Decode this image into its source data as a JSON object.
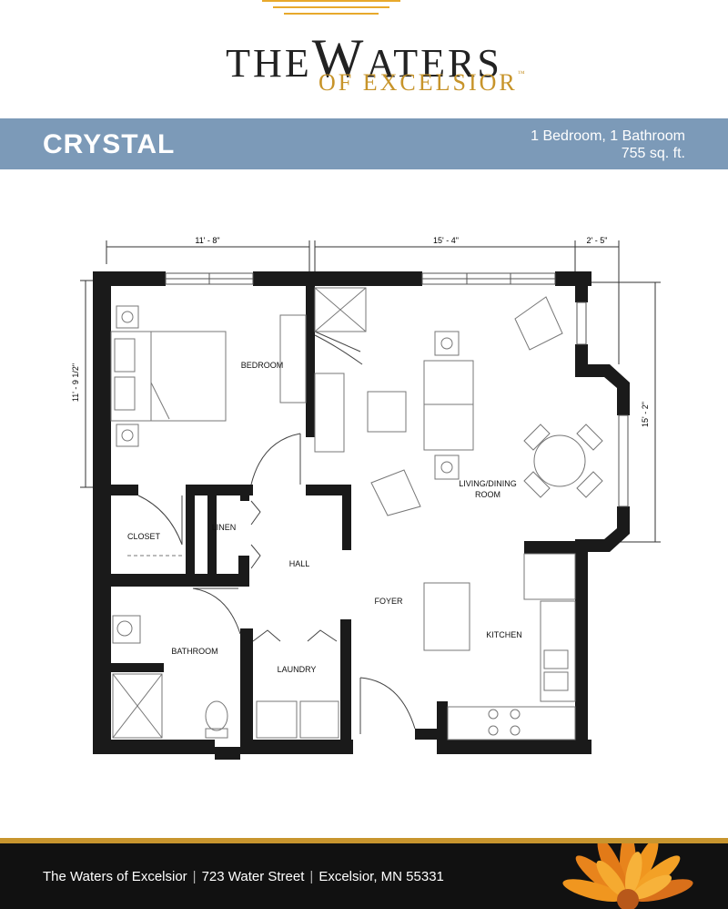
{
  "brand": {
    "name_prefix": "THE",
    "name_initial": "W",
    "name_rest": "ATERS",
    "subtitle": "OF EXCELSIOR",
    "trademark": "™"
  },
  "plan": {
    "name": "CRYSTAL",
    "type": "1 Bedroom, 1 Bathroom",
    "size": "755 sq. ft."
  },
  "floorplan": {
    "dimensions": {
      "top_left": "11' - 8\"",
      "top_middle": "15' - 4\"",
      "top_right": "2' - 5\"",
      "left": "11' - 9 1/2\"",
      "right": "15' - 2\""
    },
    "rooms": {
      "bedroom": "BEDROOM",
      "closet": "CLOSET",
      "linen": "LINEN",
      "hall": "HALL",
      "living_dining": "LIVING/DINING",
      "living_dining_2": "ROOM",
      "foyer": "FOYER",
      "kitchen": "KITCHEN",
      "bathroom": "BATHROOM",
      "laundry": "LAUNDRY"
    }
  },
  "footer": {
    "name": "The Waters of Excelsior",
    "street": "723 Water Street",
    "city": "Excelsior, MN 55331",
    "separator": "|"
  },
  "colors": {
    "banner": "#7c9ab8",
    "gold": "#c8952e",
    "wall": "#1a1a1a",
    "footer": "#111111"
  }
}
